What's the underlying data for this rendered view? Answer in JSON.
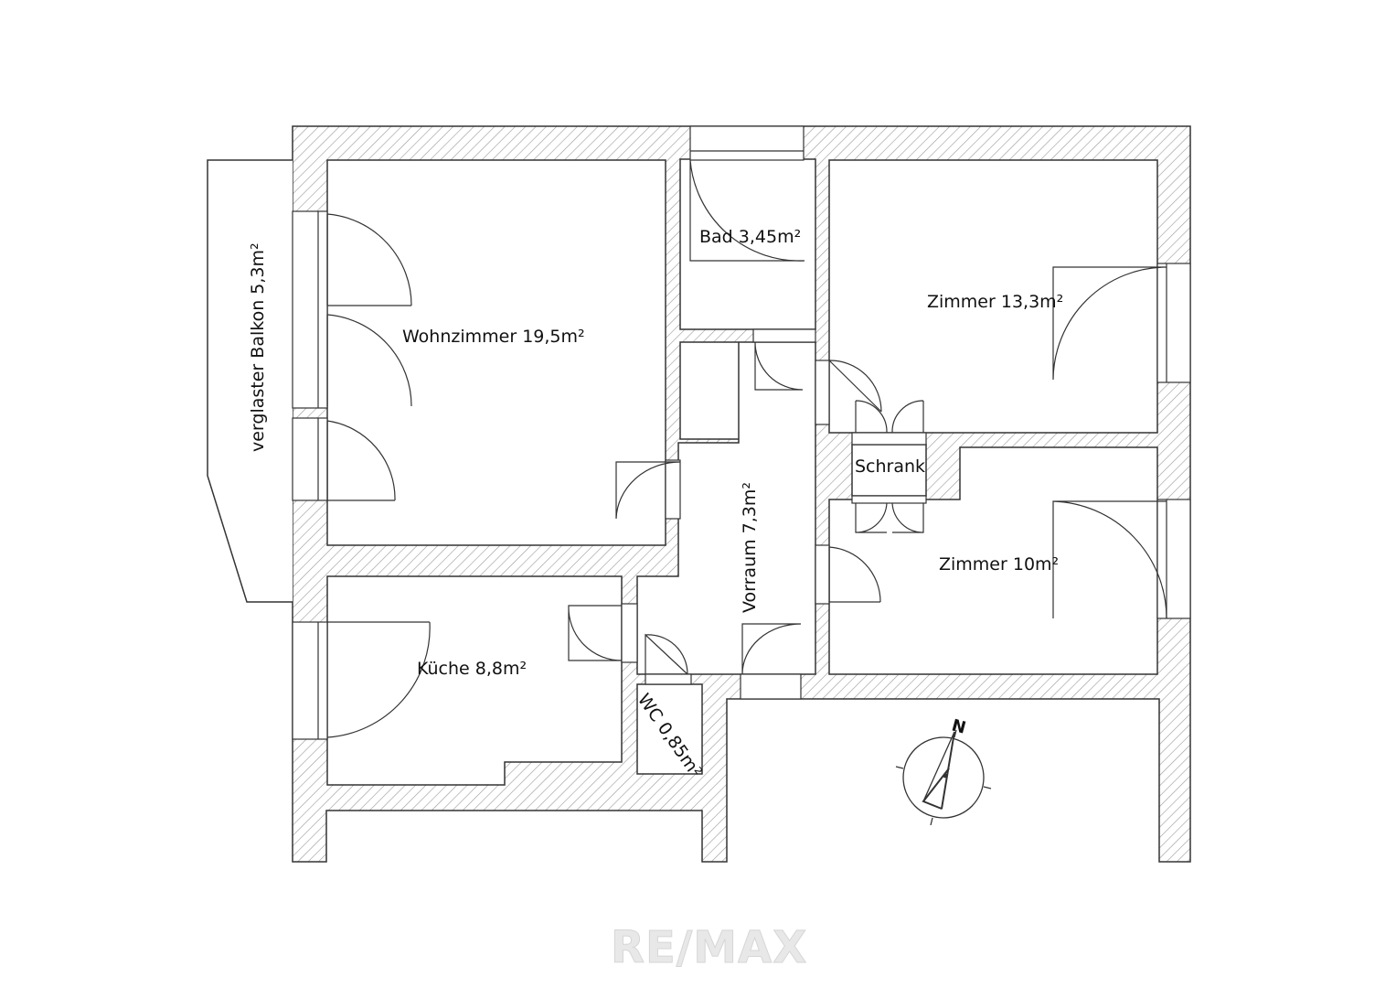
{
  "plan": {
    "rooms": [
      {
        "id": "wohnzimmer",
        "label": "Wohnzimmer 19,5m²"
      },
      {
        "id": "bad",
        "label": "Bad 3,45m²"
      },
      {
        "id": "zimmer1",
        "label": "Zimmer 13,3m²"
      },
      {
        "id": "zimmer2",
        "label": "Zimmer 10m²"
      },
      {
        "id": "vorraum",
        "label": "Vorraum 7,3m²"
      },
      {
        "id": "kueche",
        "label": "Küche 8,8m²"
      },
      {
        "id": "wc",
        "label": "WC 0,85m²"
      },
      {
        "id": "schrank",
        "label": "Schrank"
      },
      {
        "id": "balkon",
        "label": "verglaster Balkon 5,3m²"
      }
    ],
    "compass": {
      "north_label": "N"
    },
    "watermark": "RE/MAX",
    "colors": {
      "wall_stroke": "#333333",
      "hatch": "#9a9a9a",
      "wall_fill": "#ffffff"
    }
  }
}
